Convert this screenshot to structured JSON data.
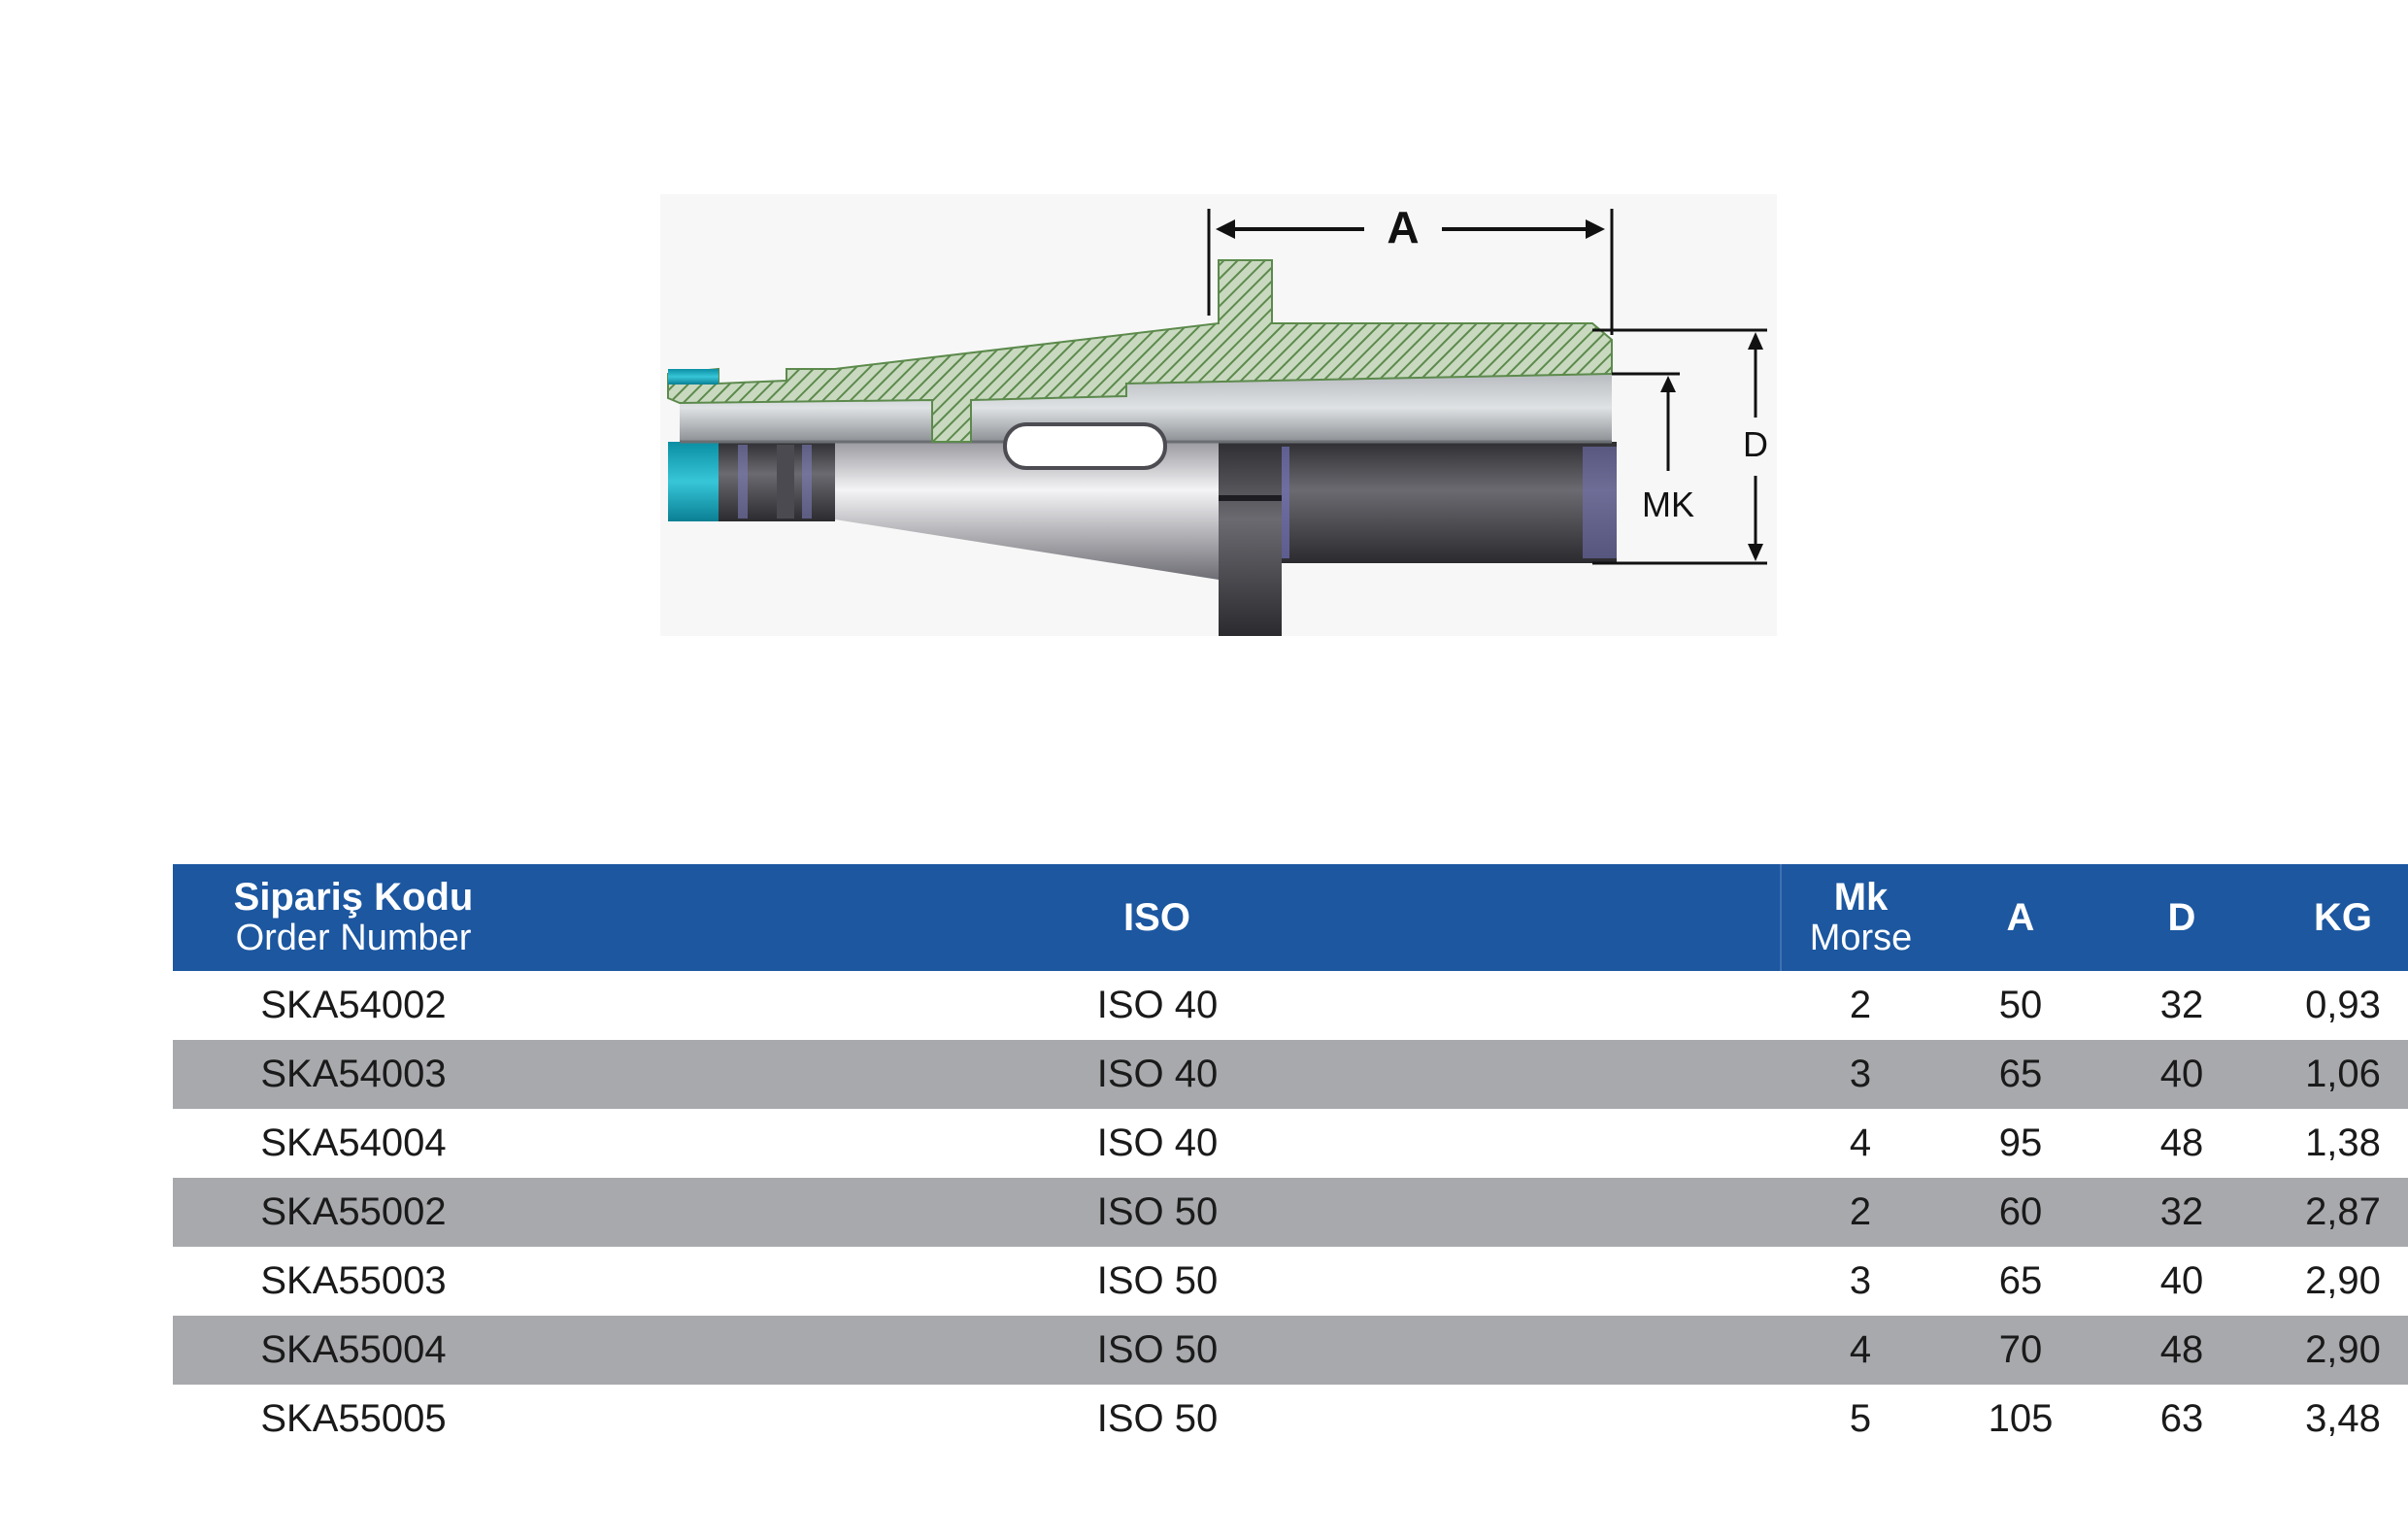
{
  "drawing": {
    "dimension_a": "A",
    "dimension_d": "D",
    "dimension_mk": "MK"
  },
  "table": {
    "headers": {
      "code_tr": "Sipariş Kodu",
      "code_en": "Order Number",
      "iso": "ISO",
      "mk": "Mk",
      "mk_sub": "Morse",
      "a": "A",
      "d": "D",
      "kg": "KG"
    },
    "rows": [
      {
        "code": "SKA54002",
        "iso": "ISO 40",
        "mk": "2",
        "a": "50",
        "d": "32",
        "kg": "0,93"
      },
      {
        "code": "SKA54003",
        "iso": "ISO 40",
        "mk": "3",
        "a": "65",
        "d": "40",
        "kg": "1,06"
      },
      {
        "code": "SKA54004",
        "iso": "ISO 40",
        "mk": "4",
        "a": "95",
        "d": "48",
        "kg": "1,38"
      },
      {
        "code": "SKA55002",
        "iso": "ISO 50",
        "mk": "2",
        "a": "60",
        "d": "32",
        "kg": "2,87"
      },
      {
        "code": "SKA55003",
        "iso": "ISO 50",
        "mk": "3",
        "a": "65",
        "d": "40",
        "kg": "2,90"
      },
      {
        "code": "SKA55004",
        "iso": "ISO 50",
        "mk": "4",
        "a": "70",
        "d": "48",
        "kg": "2,90"
      },
      {
        "code": "SKA55005",
        "iso": "ISO 50",
        "mk": "5",
        "a": "105",
        "d": "63",
        "kg": "3,48"
      }
    ]
  }
}
